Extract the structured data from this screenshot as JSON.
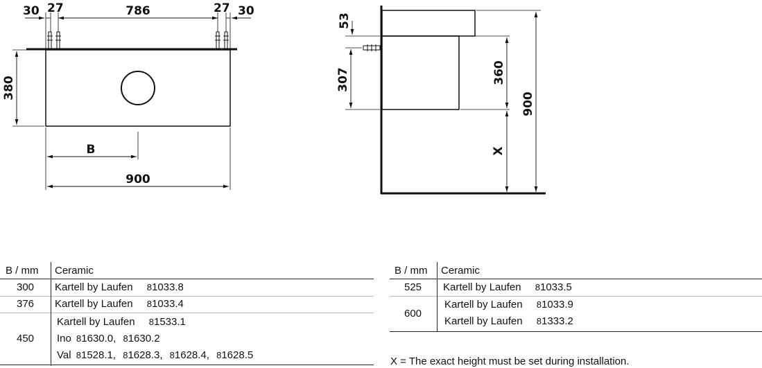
{
  "front_view": {
    "dims": {
      "left_offset": "30",
      "left_gap": "27",
      "center": "786",
      "right_gap": "27",
      "right_offset": "30",
      "height": "380",
      "bowl_pos": "B",
      "width": "900"
    }
  },
  "side_view": {
    "dims": {
      "top": "53",
      "drain": "307",
      "cabinet": "360",
      "total": "900",
      "variable": "X"
    }
  },
  "table_left": {
    "header_b": "B / mm",
    "header_ceramic": "Ceramic",
    "rows": [
      {
        "b": "300",
        "lines": [
          {
            "name": "Kartell by Laufen",
            "codes": [
              "8",
              "1033.8"
            ]
          }
        ]
      },
      {
        "b": "376",
        "lines": [
          {
            "name": "Kartell by Laufen",
            "codes": [
              "8",
              "1033.4"
            ]
          }
        ]
      },
      {
        "b": "450",
        "lines": [
          {
            "name": "Kartell by Laufen",
            "codes": [
              "8",
              "1533.1"
            ]
          },
          {
            "name": "Ino",
            "codes": [
              "8",
              "1630.0,",
              "8",
              "1630.2"
            ]
          },
          {
            "name": "Val",
            "codes": [
              "8",
              "1528.1,",
              "8",
              "1628.3,",
              "8",
              "1628.4,",
              "8",
              "1628.5"
            ]
          }
        ]
      }
    ]
  },
  "table_right": {
    "header_b": "B / mm",
    "header_ceramic": "Ceramic",
    "rows": [
      {
        "b": "525",
        "lines": [
          {
            "name": "Kartell by Laufen",
            "codes": [
              "8",
              "1033.5"
            ]
          }
        ]
      },
      {
        "b": "600",
        "lines": [
          {
            "name": "Kartell by Laufen",
            "codes": [
              "8",
              "1033.9"
            ]
          },
          {
            "name": "Kartell by Laufen",
            "codes": [
              "8",
              "1333.2"
            ]
          }
        ]
      }
    ]
  },
  "footnote": "X = The exact height must be set during installation."
}
